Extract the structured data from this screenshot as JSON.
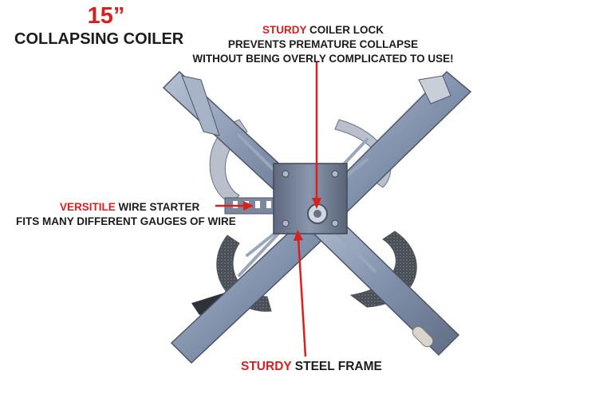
{
  "title": {
    "size": "15”",
    "name": "COLLAPSING COILER"
  },
  "callouts": {
    "lock": {
      "highlight": "STURDY",
      "rest": " COILER LOCK",
      "line2": "PREVENTS PREMATURE COLLAPSE",
      "line3": "WITHOUT BEING OVERLY COMPLICATED TO USE!"
    },
    "starter": {
      "highlight": "VERSITILE",
      "rest": " WIRE STARTER",
      "line2": "FITS MANY DIFFERENT GAUGES OF WIRE"
    },
    "frame": {
      "highlight": "STURDY",
      "rest": " STEEL FRAME"
    }
  },
  "colors": {
    "accent_red": "#d9201f",
    "text_dark": "#1c1c1c",
    "steel": "#8c9bb3",
    "background": "#ffffff"
  }
}
